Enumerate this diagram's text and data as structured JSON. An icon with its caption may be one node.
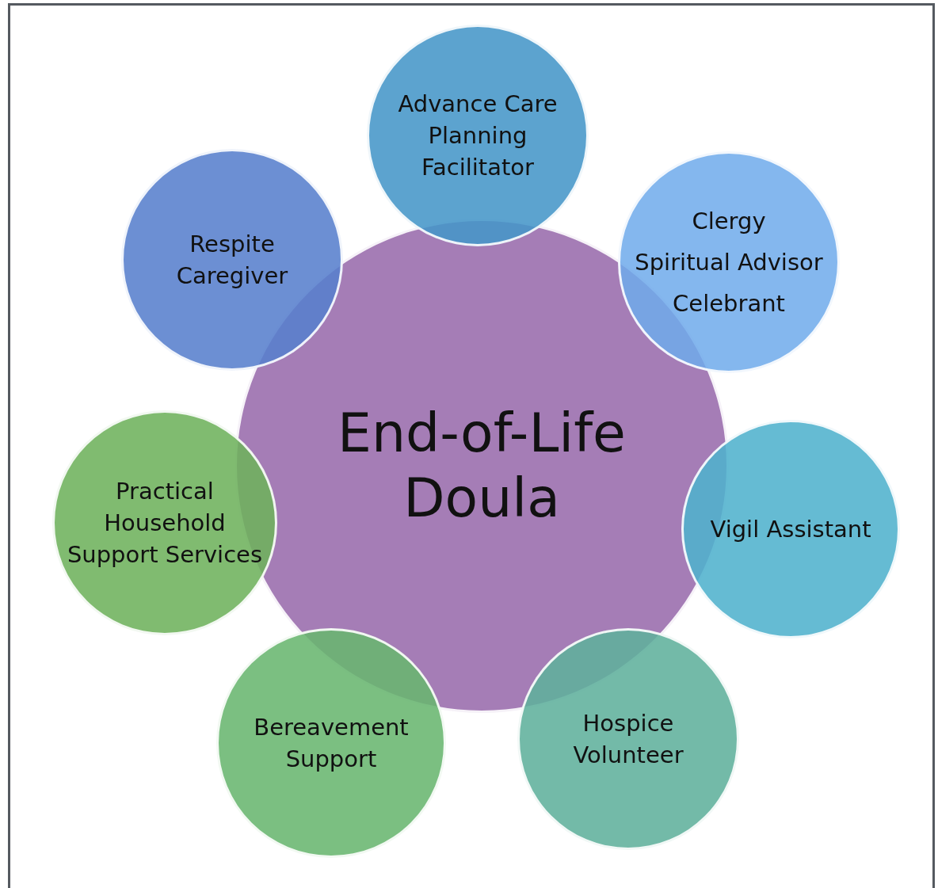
{
  "diagram": {
    "nodes": [
      {
        "text": [
          "End-of-Life Doula"
        ]
      },
      {
        "text": [
          "Advance Care Planning Facilitator"
        ]
      },
      {
        "text": [
          "Clergy",
          "Spiritual Advisor",
          "Celebrant"
        ]
      },
      {
        "text": [
          "Vigil Assistant"
        ]
      },
      {
        "text": [
          "Hospice Volunteer"
        ]
      },
      {
        "text": [
          "Bereavement Support"
        ]
      },
      {
        "text": [
          "Practical Household Support Services"
        ]
      },
      {
        "text": [
          "Respite Caregiver"
        ]
      }
    ]
  }
}
